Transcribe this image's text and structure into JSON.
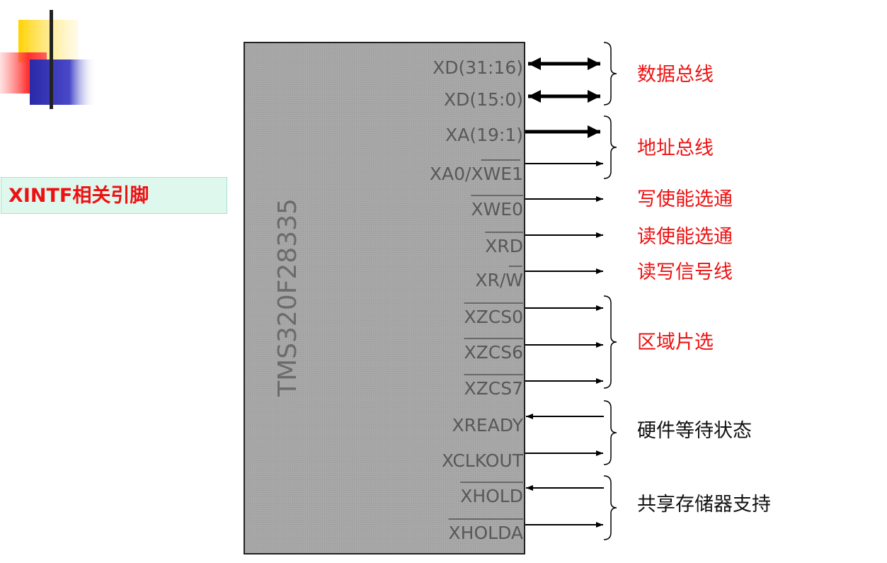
{
  "slide": {
    "title": "XINTF相关引脚",
    "colors": {
      "title_text": "#ee1111",
      "title_bg": "#dff8ee",
      "red_label": "#ee1111",
      "black_label": "#111111"
    }
  },
  "chip": {
    "name": "TMS320F28335",
    "pins": [
      {
        "label": "XD(31:16)",
        "overbar": false,
        "direction": "bidirectional-bus"
      },
      {
        "label": "XD(15:0)",
        "overbar": false,
        "direction": "bidirectional-bus"
      },
      {
        "label": "XA(19:1)",
        "overbar": false,
        "direction": "output-bus"
      },
      {
        "label": "XA0/XWE1",
        "overbar": "partial",
        "direction": "output"
      },
      {
        "label": "XWE0",
        "overbar": true,
        "direction": "output"
      },
      {
        "label": "XRD",
        "overbar": true,
        "direction": "output"
      },
      {
        "label": "XR/W",
        "overbar": "partial",
        "direction": "output"
      },
      {
        "label": "XZCS0",
        "overbar": true,
        "direction": "output"
      },
      {
        "label": "XZCS6",
        "overbar": true,
        "direction": "output"
      },
      {
        "label": "XZCS7",
        "overbar": true,
        "direction": "output"
      },
      {
        "label": "XREADY",
        "overbar": false,
        "direction": "input"
      },
      {
        "label": "XCLKOUT",
        "overbar": false,
        "direction": "output"
      },
      {
        "label": "XHOLD",
        "overbar": true,
        "direction": "input"
      },
      {
        "label": "XHOLDA",
        "overbar": true,
        "direction": "output"
      }
    ]
  },
  "groups": [
    {
      "label": "数据总线",
      "color": "red",
      "braced": true
    },
    {
      "label": "地址总线",
      "color": "red",
      "braced": true
    },
    {
      "label": "写使能选通",
      "color": "red",
      "braced": false
    },
    {
      "label": "读使能选通",
      "color": "red",
      "braced": false
    },
    {
      "label": "读写信号线",
      "color": "red",
      "braced": false
    },
    {
      "label": "区域片选",
      "color": "red",
      "braced": true
    },
    {
      "label": "硬件等待状态",
      "color": "black",
      "braced": true
    },
    {
      "label": "共享存储器支持",
      "color": "black",
      "braced": true
    }
  ]
}
